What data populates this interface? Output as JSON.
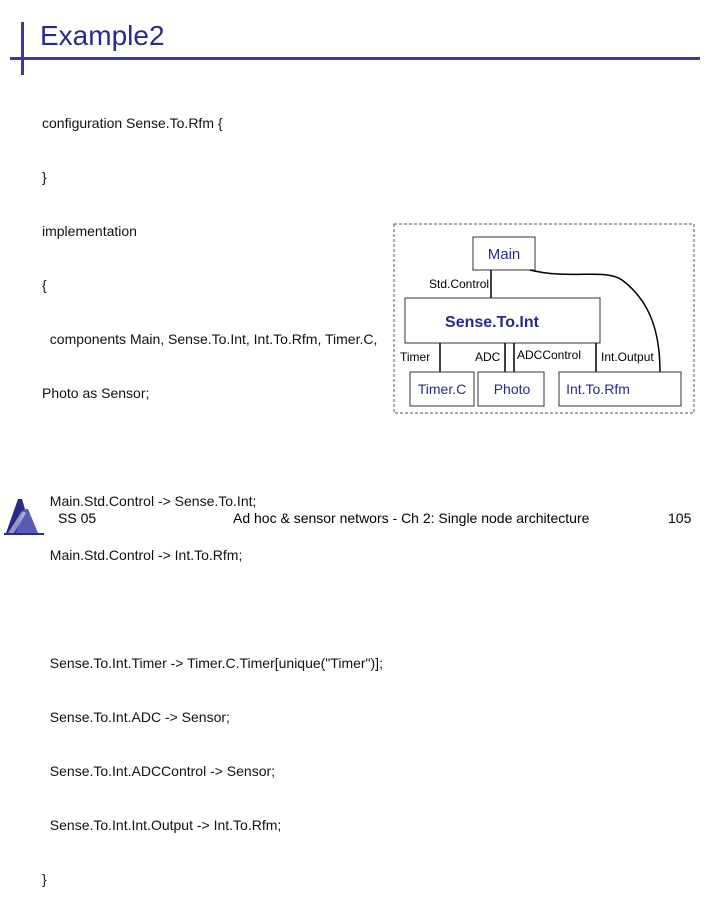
{
  "slide": {
    "title": "Example2",
    "code_lines": [
      "configuration Sense.To.Rfm {",
      "}",
      "implementation",
      "{",
      "  components Main, Sense.To.Int, Int.To.Rfm, Timer.C,",
      "Photo as Sensor;",
      "",
      "  Main.Std.Control -> Sense.To.Int;",
      "  Main.Std.Control -> Int.To.Rfm;",
      "",
      "  Sense.To.Int.Timer -> Timer.C.Timer[unique(\"Timer\")];",
      "  Sense.To.Int.ADC -> Sensor;",
      "  Sense.To.Int.ADCControl -> Sensor;",
      "  Sense.To.Int.Int.Output -> Int.To.Rfm;",
      "}"
    ]
  },
  "diagram": {
    "main_label": "Main",
    "stdcontrol_label": "Std.Control",
    "sensetoint_label": "Sense.To.Int",
    "timer_label": "Timer",
    "adc_label": "ADC",
    "adccontrol_label": "ADCControl",
    "intoutput_label": "Int.Output",
    "timerc_label": "Timer.C",
    "photo_label": "Photo",
    "inttorfm_label": "Int.To.Rfm",
    "accent_color": "#2a2a8a"
  },
  "footer": {
    "left": "SS 05",
    "center": "Ad hoc & sensor networs - Ch 2: Single node architecture",
    "page": "105"
  }
}
